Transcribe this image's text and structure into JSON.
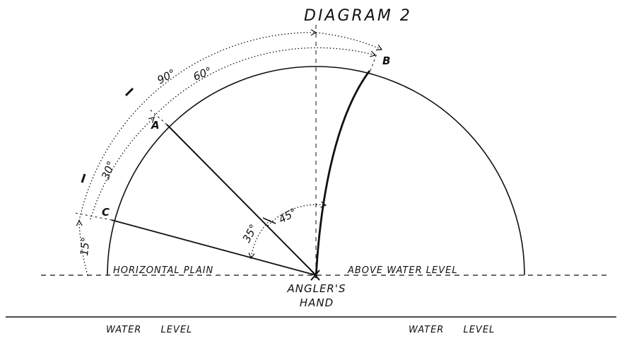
{
  "title": "DIAGRAM 2",
  "points": {
    "a": "A",
    "b": "B",
    "c": "C"
  },
  "angles": {
    "outer_90": "90°",
    "outer_60": "60°",
    "outer_30": "30°",
    "outer_15": "15°",
    "inner_45": "45°",
    "inner_35": "35°"
  },
  "labels": {
    "horizontal_left": "HORIZONTAL PLAIN",
    "horizontal_right": "ABOVE WATER LEVEL",
    "angler_line1": "ANGLER'S",
    "angler_line2": "HAND",
    "water_left": "WATER LEVEL",
    "water_right": "WATER LEVEL"
  },
  "colors": {
    "ink": "#111111",
    "paper": "#ffffff"
  }
}
